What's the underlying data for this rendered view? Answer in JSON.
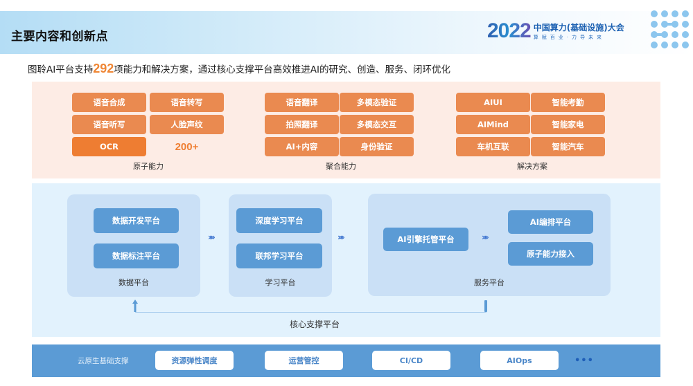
{
  "header": {
    "title": "主要内容和创新点",
    "logo": {
      "year": "2022",
      "name": "中国算力(基础设施)大会",
      "slogan": "算赋百业·力导未来",
      "icon": "dot-grid-icon"
    }
  },
  "subtitle": {
    "prefix": "图聆AI平台支持",
    "highlight": "292",
    "suffix": "项能力和解决方案，通过核心支撑平台高效推进AI的研究、创造、服务、闭环优化",
    "highlight_color": "#ef8635"
  },
  "capabilities": {
    "atomic": {
      "label": "原子能力",
      "items": [
        "语音合成",
        "语音转写",
        "语音听写",
        "人脸声纹",
        "OCR"
      ],
      "more": "200+"
    },
    "aggregate": {
      "label": "聚合能力",
      "items": [
        "语音翻译",
        "多模态验证",
        "拍照翻译",
        "多模态交互",
        "AI+内容",
        "身份验证"
      ]
    },
    "solutions": {
      "label": "解决方案",
      "items": [
        "AIUI",
        "智能考勤",
        "AIMind",
        "智能家电",
        "车机互联",
        "智能汽车"
      ]
    }
  },
  "core_platform": {
    "label": "核心支撑平台",
    "data_platform": {
      "label": "数据平台",
      "items": [
        "数据开发平台",
        "数据标注平台"
      ]
    },
    "learning_platform": {
      "label": "学习平台",
      "items": [
        "深度学习平台",
        "联邦学习平台"
      ]
    },
    "service_platform": {
      "label": "服务平台",
      "engine": "AI引擎托管平台",
      "items": [
        "AI编排平台",
        "原子能力接入"
      ]
    },
    "flow_arrow": "››››"
  },
  "cloud_native": {
    "label": "云原生基础支撑",
    "items": [
      "资源弹性调度",
      "运营管控",
      "CI/CD",
      "AIOps"
    ],
    "more": "•••"
  },
  "colors": {
    "orange_panel": "#fdece5",
    "orange_button": "#ea8a50",
    "blue_panel": "#e2f2fd",
    "blue_button": "#5b9bd5",
    "platform_box": "#cae0f6"
  }
}
